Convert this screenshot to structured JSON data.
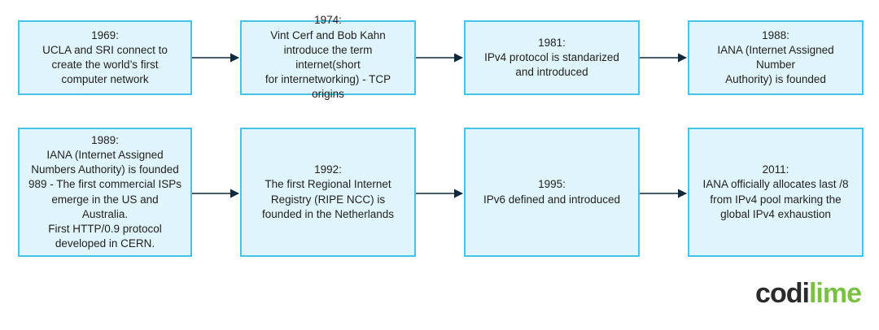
{
  "boxes": [
    {
      "text": "1969:\nUCLA and SRI connect to\ncreate the world’s first\ncomputer network"
    },
    {
      "text": "1974:\nVint Cerf and Bob Kahn\nintroduce the term internet(short\nfor internetworking) - TCP origins"
    },
    {
      "text": "1981:\nIPv4 protocol is standarized\nand introduced"
    },
    {
      "text": "1988:\nIANA (Internet Assigned Number\nAuthority) is founded"
    },
    {
      "text": "1989:\nIANA (Internet Assigned\nNumbers Authority) is founded\n989 - The first commercial ISPs\nemerge in the US and Australia.\nFirst HTTP/0.9 protocol\ndeveloped in CERN."
    },
    {
      "text": "1992:\nThe first Regional Internet\nRegistry (RIPE NCC) is\nfounded in the Netherlands"
    },
    {
      "text": "1995:\nIPv6 defined and introduced"
    },
    {
      "text": "2011:\nIANA officially allocates last /8\nfrom IPv4 pool marking the\nglobal IPv4 exhaustion"
    }
  ],
  "logo": {
    "part1": "codi",
    "part2": "lime"
  },
  "colors": {
    "box_fill": "#dff5fb",
    "box_border": "#45c3e6",
    "arrow": "#0f2a3f",
    "logo_dark": "#2b2b2b",
    "logo_green": "#7ac143"
  }
}
